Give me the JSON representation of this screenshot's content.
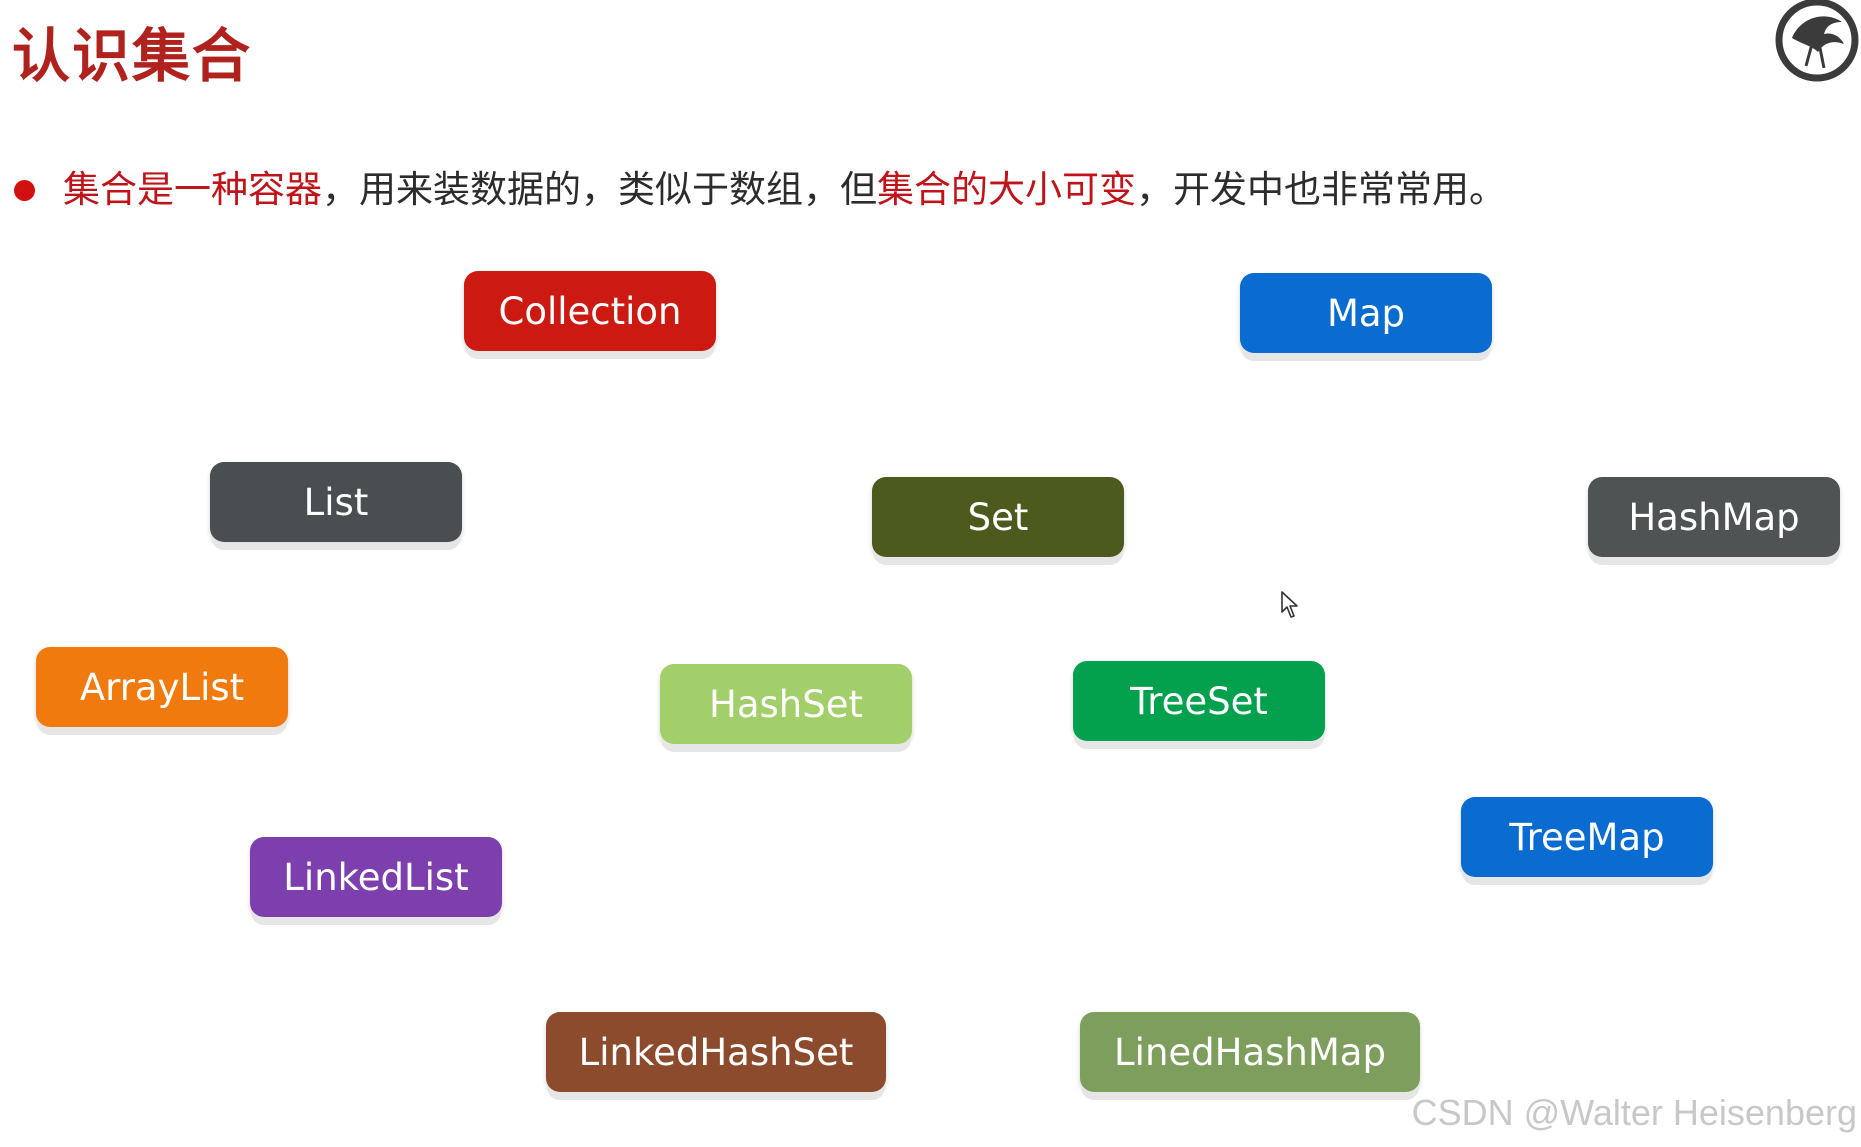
{
  "title": "认识集合",
  "bullet": {
    "seg1": "集合是一种容器",
    "seg2": "，用来装数据的，类似于数组，但",
    "seg3": "集合的大小可变",
    "seg4": "，开发中也非常常用。"
  },
  "nodes": {
    "collection": {
      "label": "Collection",
      "color": "#cc1a12"
    },
    "map": {
      "label": "Map",
      "color": "#0a6bd0"
    },
    "list": {
      "label": "List",
      "color": "#4a4e50"
    },
    "set": {
      "label": "Set",
      "color": "#4d5a1e"
    },
    "hashmap": {
      "label": "HashMap",
      "color": "#4f5354"
    },
    "arraylist": {
      "label": "ArrayList",
      "color": "#f07a0e"
    },
    "hashset": {
      "label": "HashSet",
      "color": "#a2cf6a"
    },
    "treeset": {
      "label": "TreeSet",
      "color": "#03a04e"
    },
    "treemap": {
      "label": "TreeMap",
      "color": "#0a6bd0"
    },
    "linkedlist": {
      "label": "LinkedList",
      "color": "#7e3fae"
    },
    "linkedhashset": {
      "label": "LinkedHashSet",
      "color": "#8d4b2d"
    },
    "linedhashmap": {
      "label": "LinedHashMap",
      "color": "#7e9e5e"
    }
  },
  "watermark": "CSDN @Walter Heisenberg",
  "icons": {
    "logo": "dragon-logo-icon",
    "cursor": "mouse-cursor-icon",
    "bullet": "bullet-dot-icon"
  }
}
